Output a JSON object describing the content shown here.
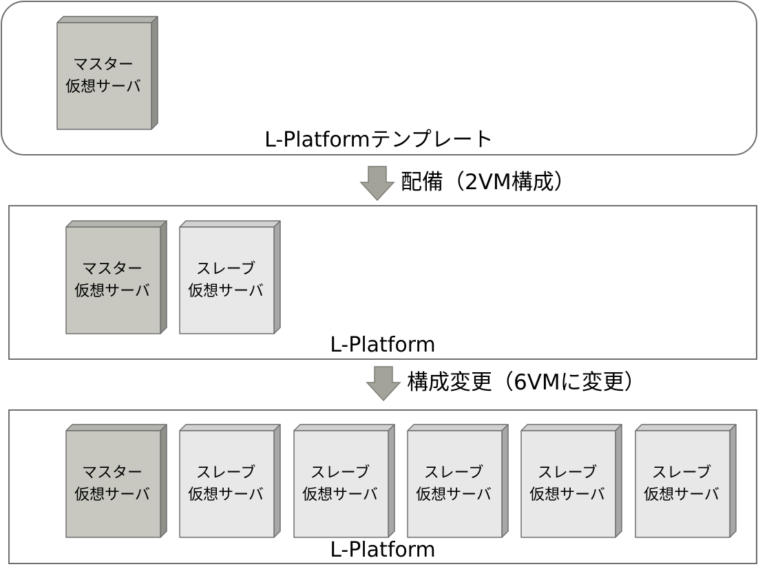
{
  "colors": {
    "master_fill": "#c8c8c1",
    "slave_fill": "#e8e8e8",
    "arrow_fill": "#a3a39a",
    "border": "#6e6e6e"
  },
  "vm_labels": {
    "master": [
      "マスター",
      "仮想サーバ"
    ],
    "slave": [
      "スレーブ",
      "仮想サーバ"
    ]
  },
  "panels": [
    {
      "label": "L-Platformテンプレート",
      "vms": [
        "master"
      ]
    },
    {
      "label": "L-Platform",
      "vms": [
        "master",
        "slave"
      ]
    },
    {
      "label": "L-Platform",
      "vms": [
        "master",
        "slave",
        "slave",
        "slave",
        "slave",
        "slave"
      ]
    }
  ],
  "arrows": [
    {
      "label": "配備（2VM構成）",
      "icon": "down-arrow-icon"
    },
    {
      "label": "構成変更（6VMに変更）",
      "icon": "down-arrow-icon"
    }
  ]
}
